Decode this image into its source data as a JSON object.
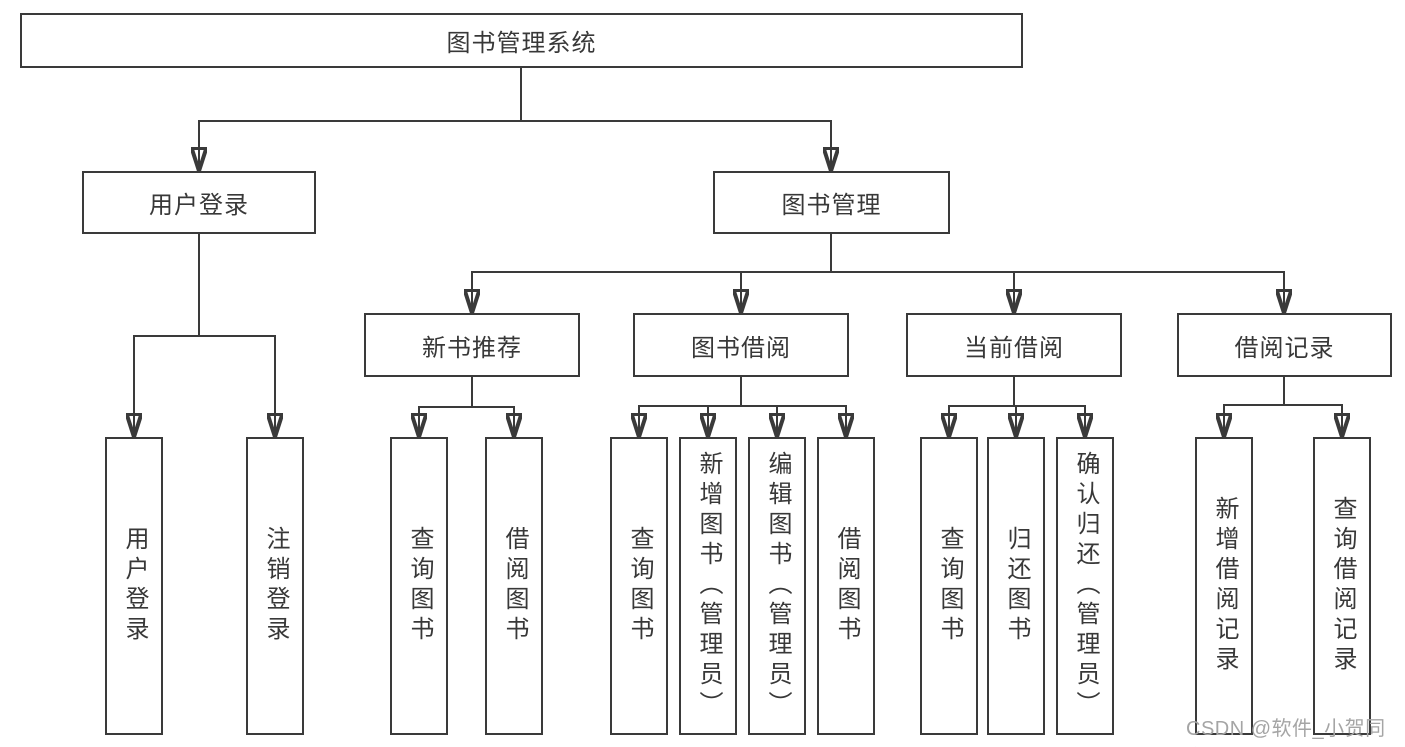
{
  "diagram": {
    "root": "图书管理系统",
    "level2": {
      "user_login": "用户登录",
      "book_management": "图书管理"
    },
    "level3": {
      "recommend": "新书推荐",
      "borrowing": "图书借阅",
      "current": "当前借阅",
      "records": "借阅记录"
    },
    "leaves": {
      "login": [
        "用户登录",
        "注销登录"
      ],
      "recommend": [
        "查询图书",
        "借阅图书"
      ],
      "borrowing": [
        "查询图书",
        "新增图书（管理员）",
        "编辑图书（管理员）",
        "借阅图书"
      ],
      "current": [
        "查询图书",
        "归还图书",
        "确认归还（管理员）"
      ],
      "records": [
        "新增借阅记录",
        "查询借阅记录"
      ]
    }
  },
  "watermark": "CSDN @软件_小贺同学",
  "colors": {
    "line": "#3a3a3a",
    "box_border": "#3a3a3a",
    "text": "#383838",
    "background": "#ffffff",
    "watermark": "#a5a5a5"
  }
}
